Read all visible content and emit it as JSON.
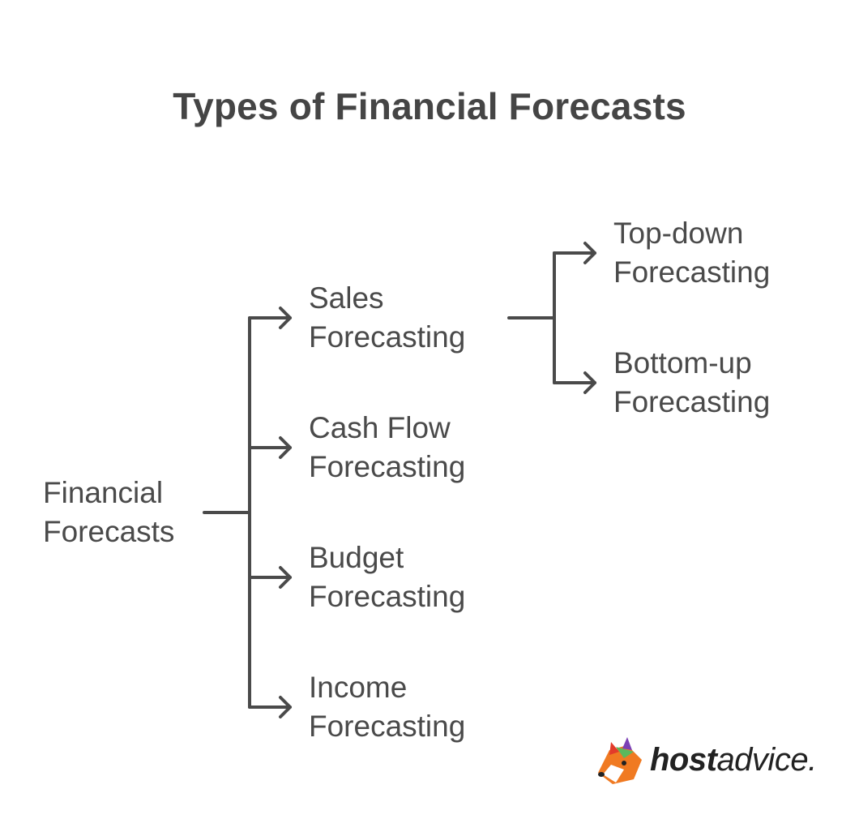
{
  "title": "Types of Financial Forecasts",
  "root": {
    "line1": "Financial",
    "line2": "Forecasts"
  },
  "children": [
    {
      "line1": "Sales",
      "line2": "Forecasting"
    },
    {
      "line1": "Cash Flow",
      "line2": "Forecasting"
    },
    {
      "line1": "Budget",
      "line2": "Forecasting"
    },
    {
      "line1": "Income",
      "line2": "Forecasting"
    }
  ],
  "sales_children": [
    {
      "line1": "Top-down",
      "line2": "Forecasting"
    },
    {
      "line1": "Bottom-up",
      "line2": "Forecasting"
    }
  ],
  "logo": {
    "bold": "host",
    "light": "advice."
  },
  "colors": {
    "line": "#4a4a4a",
    "text": "#4a4a4a",
    "title": "#454545"
  }
}
